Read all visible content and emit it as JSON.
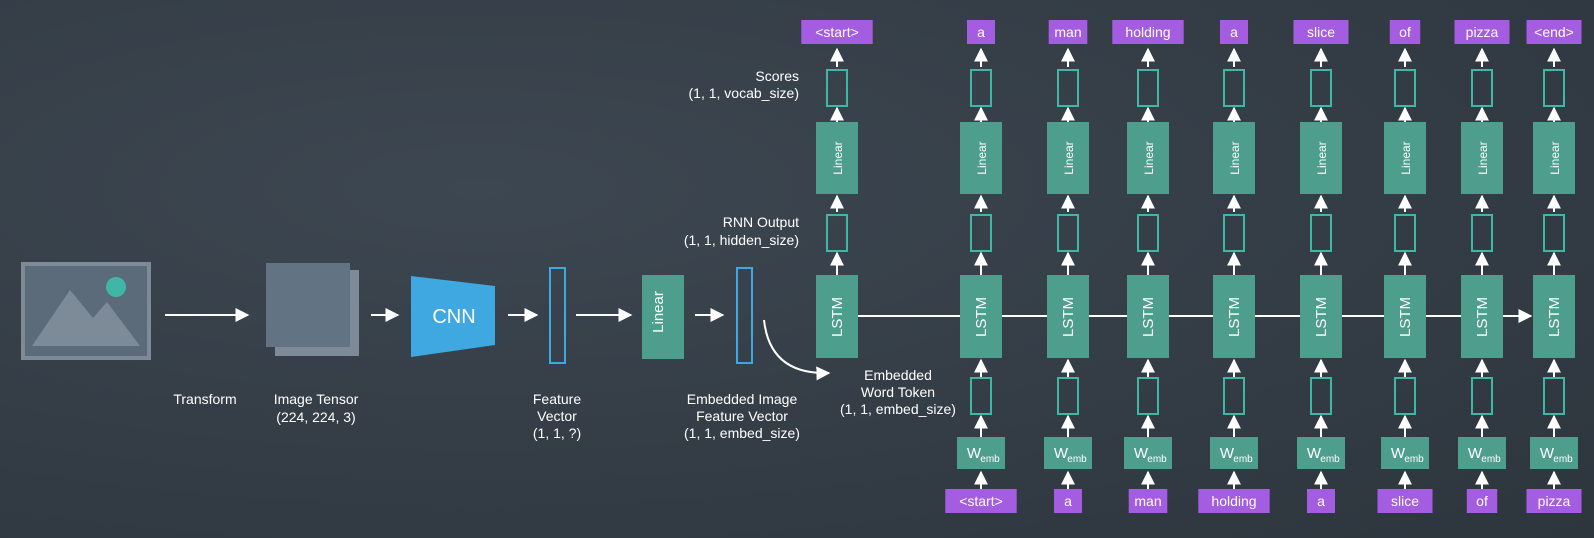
{
  "colors": {
    "background": "#343d46",
    "teal": "#4e9e8e",
    "teal_outline": "#3fb6a6",
    "purple": "#a45ce0",
    "blue": "#3fa8e0",
    "image_frame": "#7d8b99",
    "image_fill": "#5b6b79",
    "tensor": "#627484",
    "accent_sun": "#3fb6a6"
  },
  "icons": {
    "image": "image-placeholder-icon"
  },
  "pipeline": {
    "transform_label": "Transform",
    "tensor_title": "Image Tensor",
    "tensor_shape": "(224, 224, 3)",
    "cnn_label": "CNN",
    "feature_title_1": "Feature",
    "feature_title_2": "Vector",
    "feature_shape": "(1, 1, ?)",
    "linear_label": "Linear",
    "embedded_title_1": "Embedded Image",
    "embedded_title_2": "Feature Vector",
    "embedded_shape": "(1, 1, embed_size)"
  },
  "rnn": {
    "scores_title": "Scores",
    "scores_shape": "(1, 1, vocab_size)",
    "rnn_output_title": "RNN Output",
    "rnn_output_shape": "(1, 1, hidden_size)",
    "embedded_word_title_1": "Embedded",
    "embedded_word_title_2": "Word Token",
    "embedded_word_shape": "(1, 1, embed_size)",
    "lstm_label": "LSTM",
    "linear_label": "Linear",
    "wemb_main": "W",
    "wemb_sub": "emb",
    "outputs": [
      "<start>",
      "a",
      "man",
      "holding",
      "a",
      "slice",
      "of",
      "pizza",
      "<end>"
    ],
    "inputs": [
      "<start>",
      "a",
      "man",
      "holding",
      "a",
      "slice",
      "of",
      "pizza"
    ]
  }
}
